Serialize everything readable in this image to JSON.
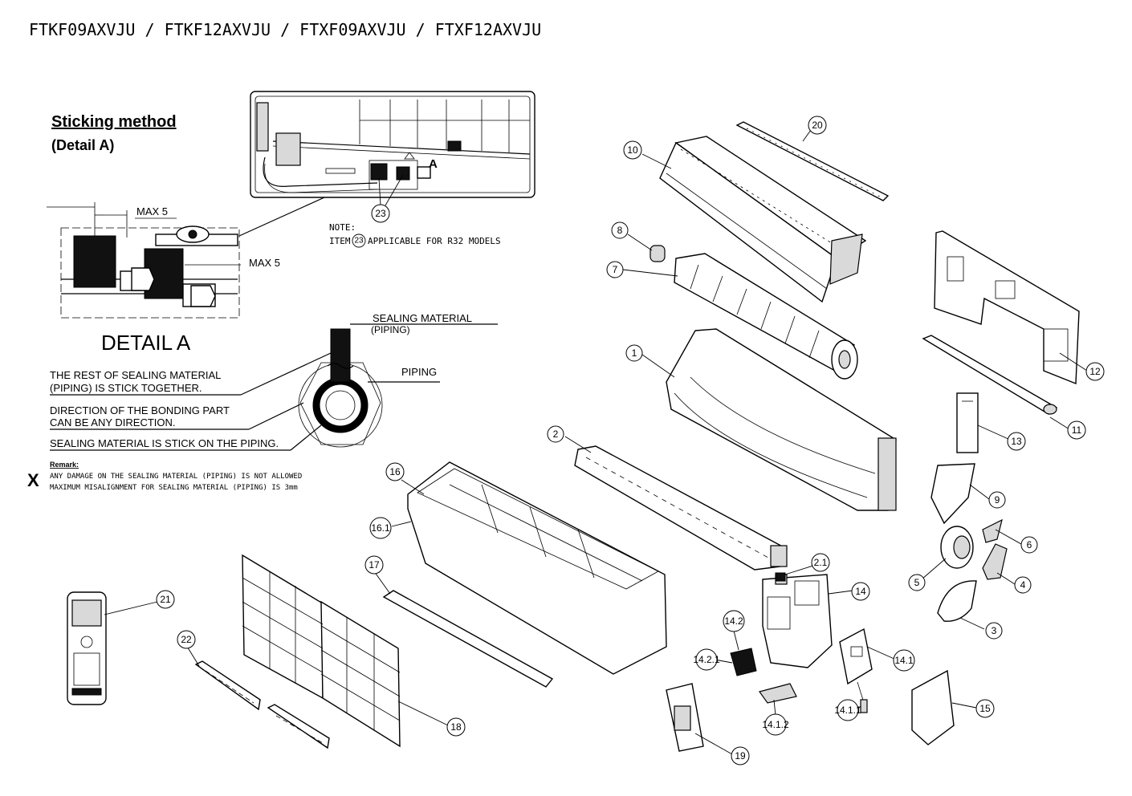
{
  "title": "FTKF09AXVJU / FTKF12AXVJU / FTXF09AXVJU / FTXF12AXVJU",
  "detail": {
    "heading": "Sticking method",
    "subheading": "(Detail A)",
    "dim_1": "MAX 5",
    "dim_2": "MAX 5",
    "label": "DETAIL A",
    "marker": "A",
    "sealing_material": "SEALING MATERIAL",
    "sealing_material_sub": "(PIPING)",
    "piping": "PIPING",
    "note_rest_1": "THE REST OF SEALING MATERIAL",
    "note_rest_2": "(PIPING) IS STICK TOGETHER.",
    "note_dir_1": "DIRECTION OF THE BONDING PART",
    "note_dir_2": "CAN BE ANY DIRECTION.",
    "note_stick": "SEALING MATERIAL IS STICK ON THE PIPING.",
    "remark_mark": "X",
    "remark_title": "Remark:",
    "remark_1": "ANY DAMAGE ON THE SEALING MATERIAL (PIPING) IS NOT ALLOWED",
    "remark_2": "MAXIMUM MISALIGNMENT FOR SEALING MATERIAL (PIPING) IS 3mm",
    "note_title": "NOTE:",
    "note_item_prefix": "ITEM",
    "note_item_num": "23",
    "note_item_suffix": "APPLICABLE FOR R32 MODELS"
  },
  "callouts": [
    {
      "id": "c1",
      "label": "1"
    },
    {
      "id": "c2",
      "label": "2"
    },
    {
      "id": "c3",
      "label": "3"
    },
    {
      "id": "c4",
      "label": "4"
    },
    {
      "id": "c5",
      "label": "5"
    },
    {
      "id": "c6",
      "label": "6"
    },
    {
      "id": "c7",
      "label": "7"
    },
    {
      "id": "c8",
      "label": "8"
    },
    {
      "id": "c9",
      "label": "9"
    },
    {
      "id": "c10",
      "label": "10"
    },
    {
      "id": "c11",
      "label": "11"
    },
    {
      "id": "c12",
      "label": "12"
    },
    {
      "id": "c13",
      "label": "13"
    },
    {
      "id": "c14",
      "label": "14"
    },
    {
      "id": "c14_1",
      "label": "14.1"
    },
    {
      "id": "c14_1_1",
      "label": "14.1.1"
    },
    {
      "id": "c14_1_2",
      "label": "14.1.2"
    },
    {
      "id": "c14_2",
      "label": "14.2"
    },
    {
      "id": "c14_2_1",
      "label": "14.2.1"
    },
    {
      "id": "c15",
      "label": "15"
    },
    {
      "id": "c16",
      "label": "16"
    },
    {
      "id": "c16_1",
      "label": "16.1"
    },
    {
      "id": "c17",
      "label": "17"
    },
    {
      "id": "c18",
      "label": "18"
    },
    {
      "id": "c19",
      "label": "19"
    },
    {
      "id": "c20",
      "label": "20"
    },
    {
      "id": "c21",
      "label": "21"
    },
    {
      "id": "c2_1",
      "label": "2.1"
    },
    {
      "id": "c22",
      "label": "22"
    },
    {
      "id": "c23",
      "label": "23"
    }
  ]
}
